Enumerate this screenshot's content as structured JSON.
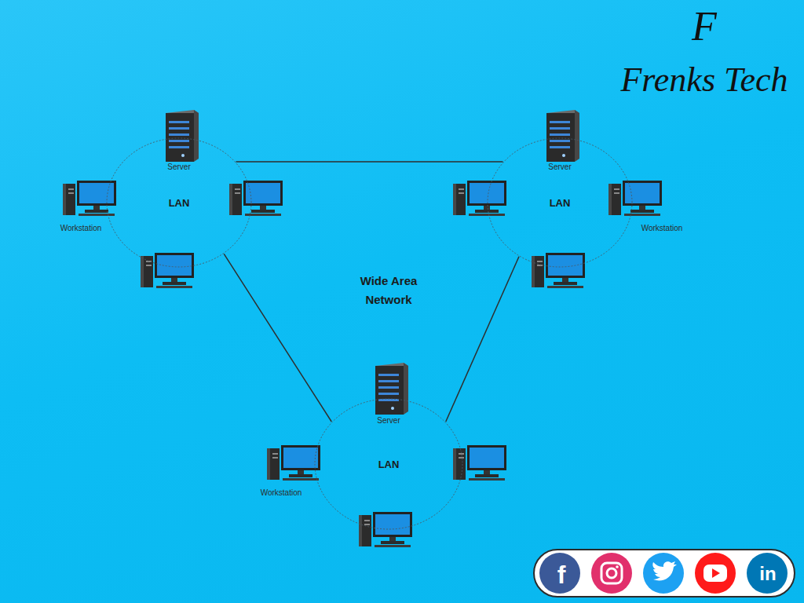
{
  "diagram": {
    "nodes": [
      {
        "text": [
          "LAN"
        ]
      },
      {
        "text": [
          "LAN"
        ]
      },
      {
        "text": [
          "LAN"
        ]
      }
    ],
    "edges": [
      {
        "from": 0,
        "to": 1,
        "arrow": "none"
      },
      {
        "from": 0,
        "to": 2,
        "arrow": "none"
      },
      {
        "from": 1,
        "to": 2,
        "arrow": "none"
      }
    ],
    "labels": [
      "F",
      "Frenks Tech",
      "Server",
      "Workstation",
      "Server",
      "Workstation",
      "Wide Area Network",
      "Server",
      "Workstation",
      "f",
      "in"
    ]
  }
}
